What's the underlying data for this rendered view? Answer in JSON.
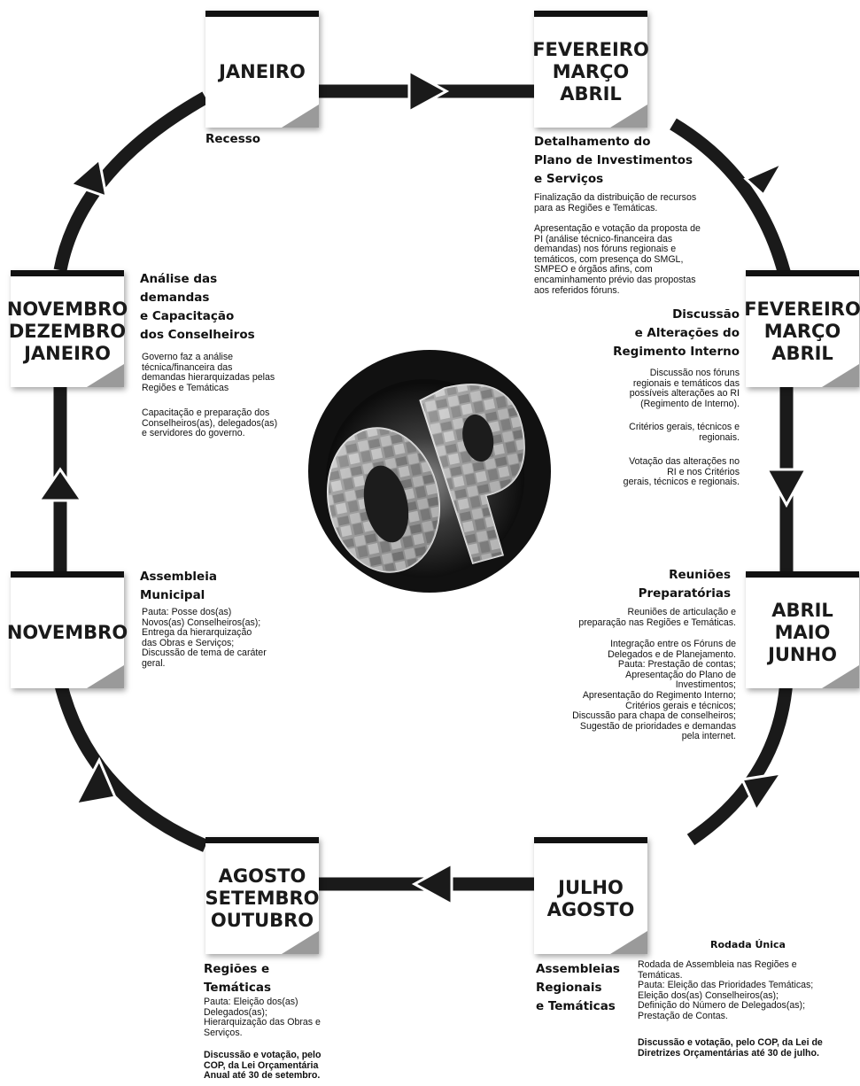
{
  "cards": {
    "janeiro": "JANEIRO",
    "fev_mar_abr_top": "FEVEREIRO\nMARÇO\nABRIL",
    "fev_mar_abr_right": "FEVEREIRO\nMARÇO\nABRIL",
    "abr_mai_jun": "ABRIL\nMAIO\nJUNHO",
    "jul_ago": "JULHO\nAGOSTO",
    "ago_set_out": "AGOSTO\nSETEMBRO\nOUTUBRO",
    "novembro": "NOVEMBRO",
    "nov_dez_jan": "NOVEMBRO\nDEZEMBRO\nJANEIRO"
  },
  "recesso": {
    "title": "Recesso"
  },
  "detalhamento": {
    "title": "Detalhamento do\nPlano de Investimentos\ne Serviços",
    "p1": "Finalização da distribuição de recursos\npara as Regiões e Temáticas.",
    "p2": "Apresentação e votação da proposta de\nPI (análise técnico-financeira das\ndemandas) nos fóruns regionais e\ntemáticos, com presença do SMGL,\nSMPEO e órgãos afins, com\nencaminhamento prévio das propostas\naos referidos fóruns."
  },
  "regimento": {
    "title": "Discussão\ne Alterações do\nRegimento Interno",
    "p1": "Discussão nos fóruns\nregionais e temáticos das\npossíveis alterações ao RI\n(Regimento de Interno).",
    "p2": "Critérios gerais, técnicos e\nregionais.",
    "p3": "Votação das alterações no\nRI e nos Critérios\ngerais, técnicos e regionais."
  },
  "reunioes": {
    "title": "Reuniões\nPreparatórias",
    "p1": "Reuniões de articulação e\npreparação nas Regiões e Temáticas.",
    "p2": "Integração entre os Fóruns de\nDelegados e de Planejamento.\nPauta: Prestação de contas;\nApresentação do Plano de\nInvestimentos;\nApresentação do Regimento Interno;\nCritérios gerais e técnicos;\nDiscussão para chapa de conselheiros;\nSugestão de prioridades e demandas\npela internet."
  },
  "assembleias_regionais": {
    "title": "Assembleias\nRegionais\ne Temáticas",
    "subtitle": "Rodada Única",
    "p1": "Rodada de Assembleia nas Regiões e\nTemáticas.\nPauta: Eleição das Prioridades Temáticas;\nEleição dos(as) Conselheiros(as);\nDefinição do Número de Delegados(as);\nPrestação de Contas.",
    "p2": "Discussão e votação, pelo COP, da Lei de\nDiretrizes Orçamentárias até 30 de julho."
  },
  "regioes": {
    "title": "Regiões e\nTemáticas",
    "p1": "Pauta: Eleição dos(as)\nDelegados(as);\nHierarquização das Obras e\nServiços.",
    "p2": "Discussão e votação, pelo\nCOP, da Lei Orçamentária\nAnual até 30 de setembro."
  },
  "assembleia_municipal": {
    "title": "Assembleia\nMunicipal",
    "p1": "Pauta: Posse dos(as)\nNovos(as) Conselheiros(as);\nEntrega da hierarquização\ndas Obras e Serviços;\nDiscussão de tema de caráter\ngeral."
  },
  "analise": {
    "title": "Análise das\ndemandas\ne Capacitação\ndos Conselheiros",
    "p1": "Governo faz a análise\ntécnica/financeira das\ndemandas hierarquizadas pelas\nRegiões e Temáticas",
    "p2": "Capacitação e preparação dos\nConselheiros(as), delegados(as)\ne servidores do governo."
  },
  "logo": {
    "text": "OP"
  },
  "colors": {
    "ring": "#1a1a1a",
    "card_fold": "#9a9a9a",
    "logo_bg": "#111111"
  }
}
